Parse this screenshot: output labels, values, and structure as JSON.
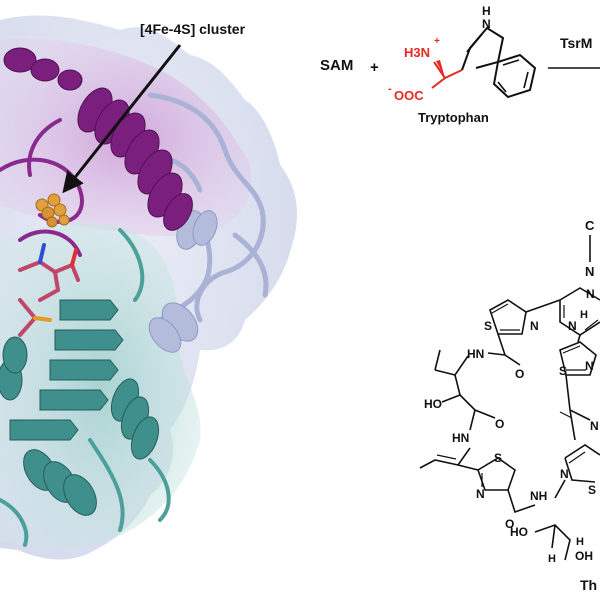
{
  "protein": {
    "callout": "[4Fe-4S] cluster"
  },
  "reaction": {
    "reactant": "SAM",
    "plus": "+",
    "substrate_name": "Tryptophan",
    "enzyme": "TsrM",
    "amine": "H3N",
    "amine_charge": "+",
    "carboxylate": "OOC",
    "carboxylate_charge": "-",
    "indole_h": "H",
    "indole_n": "N"
  },
  "product": {
    "name_fragment": "Th",
    "atoms": {
      "top_c": "C",
      "n_upper": "N",
      "n_ring_a": "N",
      "n_ring_b": "N",
      "n_ring_c": "N",
      "n_ring_d": "N",
      "n_ring_e": "N",
      "n_ring_f": "N",
      "s_ring_a": "S",
      "s_ring_b": "S",
      "s_ring_c": "S",
      "s_ring_d": "S",
      "nh_left": "HN",
      "nh_right": "NH",
      "nh_lower": "HN",
      "nh_bottom": "N",
      "ho_left": "HO",
      "ho_bottom": "HO",
      "oh_bottom": "OH",
      "o_a": "O",
      "o_b": "O",
      "o_c": "O",
      "h_a": "H",
      "h_b": "H",
      "h_c": "H"
    }
  },
  "colors": {
    "highlight_red": "#e8281f",
    "purple_helix": "#7a1f7e",
    "teal_domain": "#3f8f8c",
    "lavender_domain": "#b8bfdc",
    "cluster_orange": "#e0a040"
  }
}
